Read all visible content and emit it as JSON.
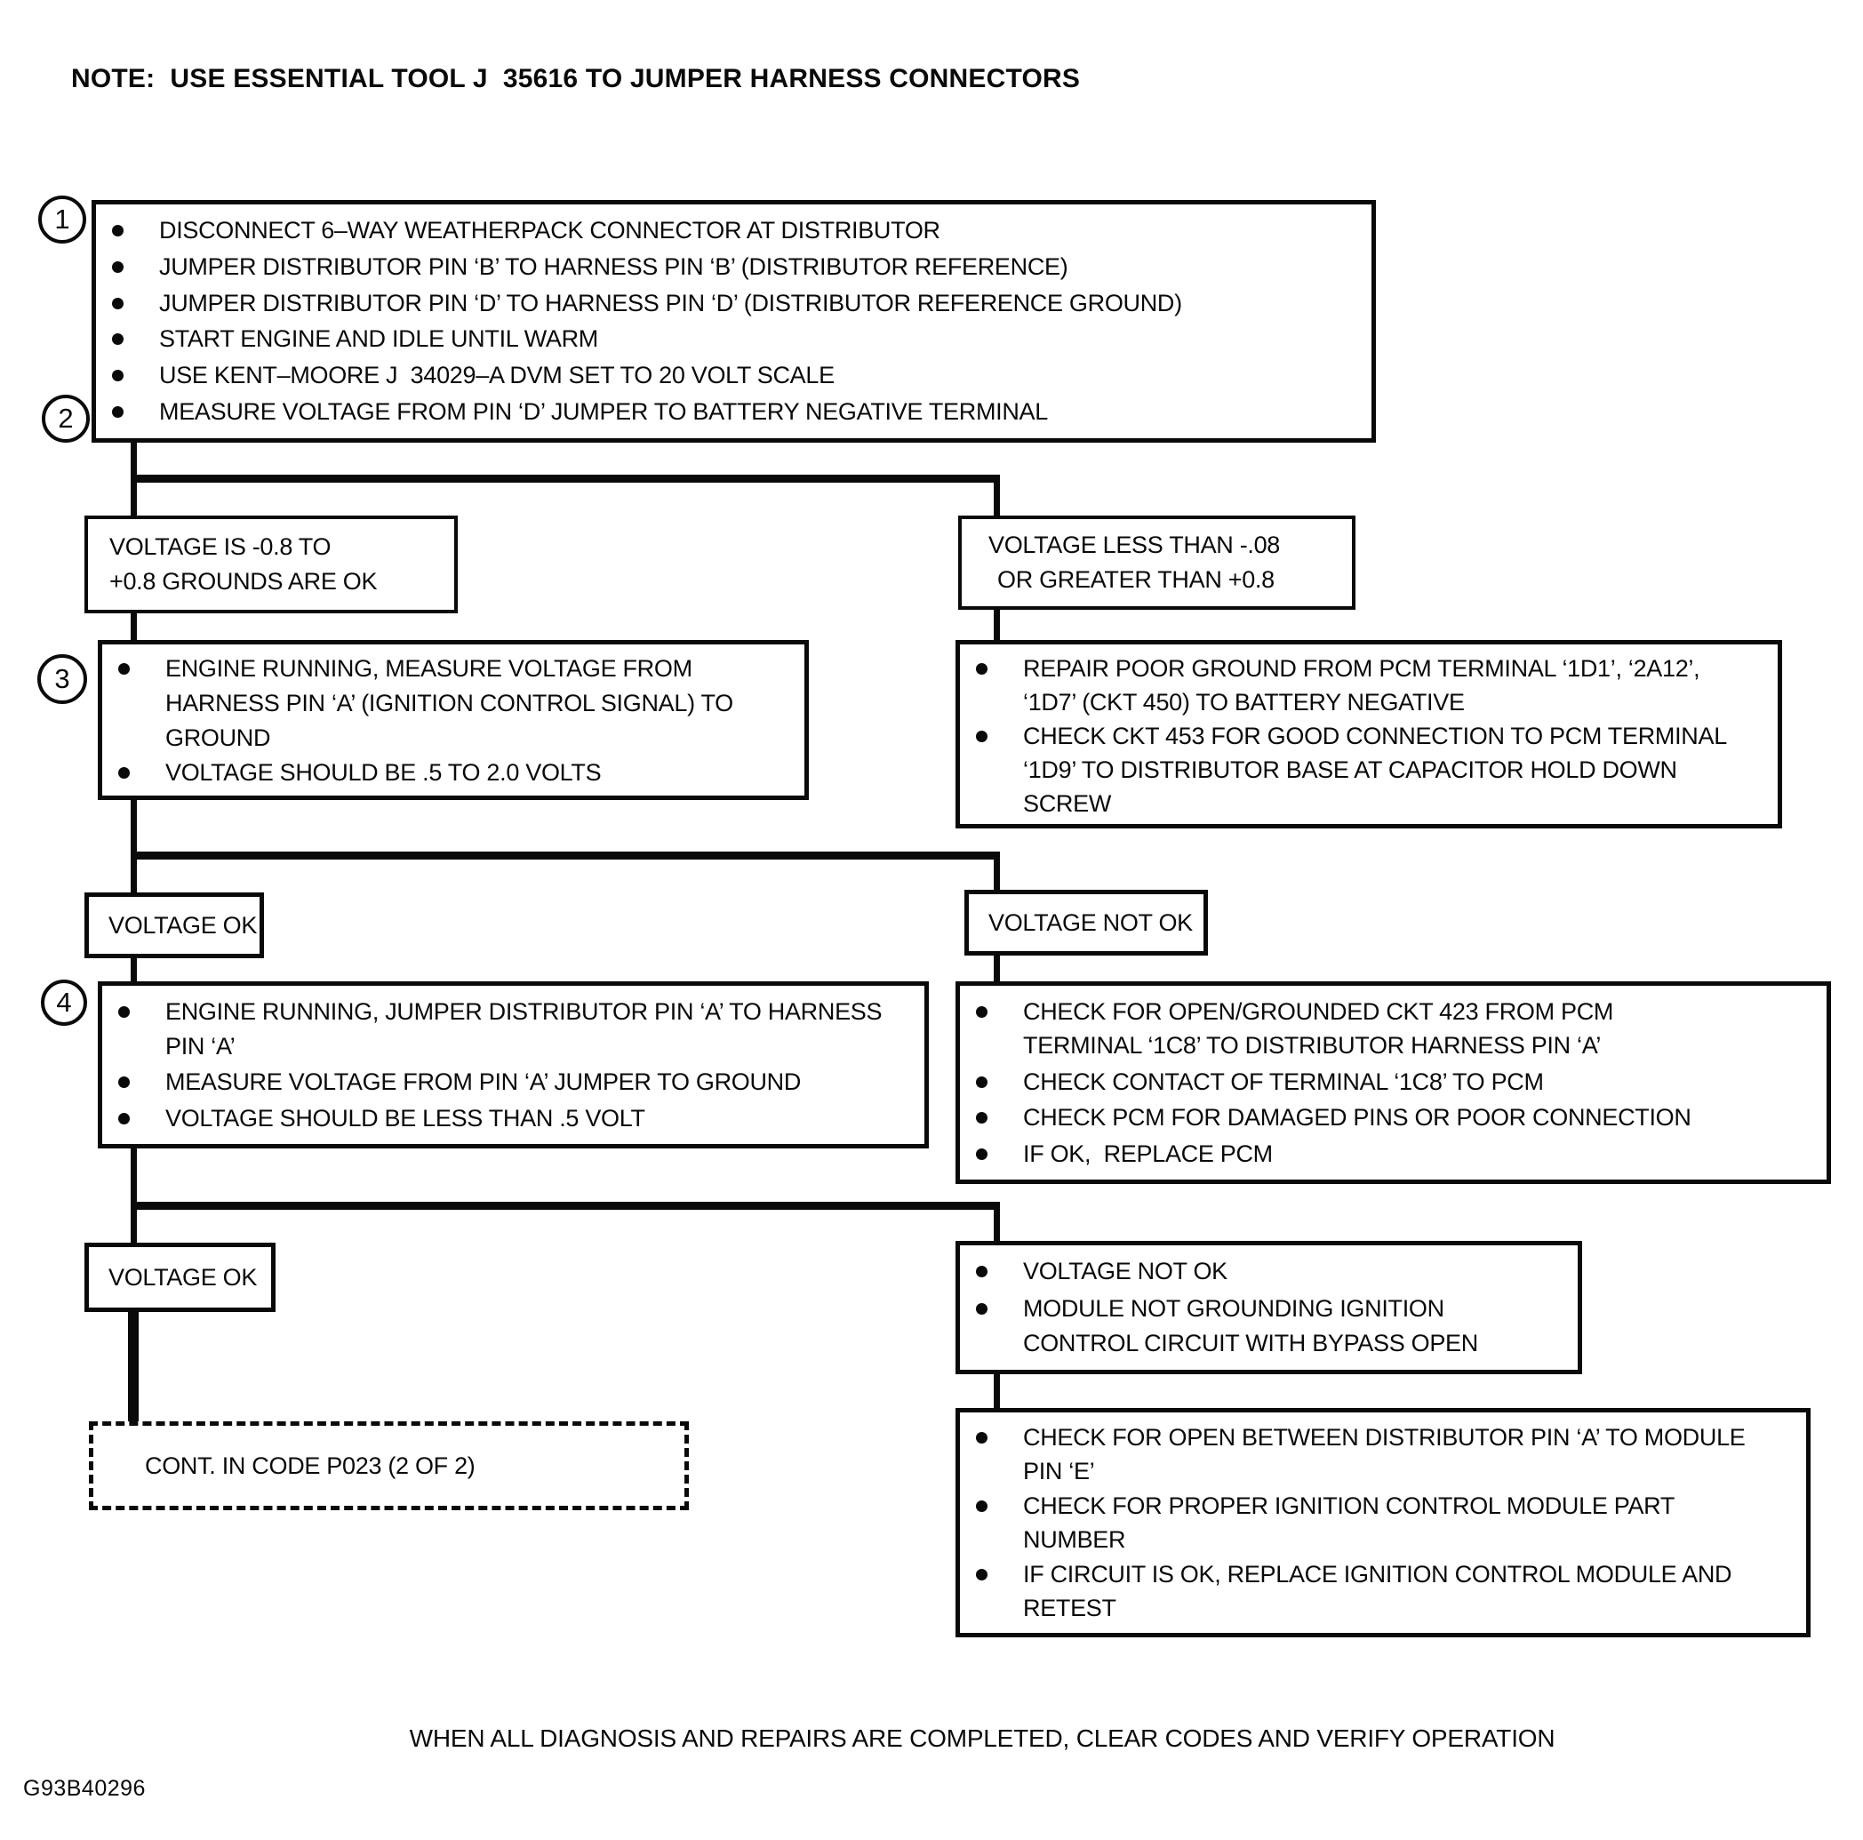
{
  "note": "NOTE:  USE ESSENTIAL TOOL J  35616 TO JUMPER HARNESS CONNECTORS",
  "steps": {
    "s1": "1",
    "s2": "2",
    "s3": "3",
    "s4": "4"
  },
  "flow": {
    "procedure": {
      "items": [
        "DISCONNECT 6–WAY WEATHERPACK CONNECTOR AT DISTRIBUTOR",
        "JUMPER DISTRIBUTOR PIN ‘B’ TO HARNESS PIN ‘B’ (DISTRIBUTOR REFERENCE)",
        "JUMPER DISTRIBUTOR PIN ‘D’ TO HARNESS PIN ‘D’ (DISTRIBUTOR REFERENCE GROUND)",
        "START ENGINE AND IDLE UNTIL WARM",
        "USE KENT–MOORE J  34029–A DVM SET TO 20 VOLT SCALE",
        "MEASURE VOLTAGE FROM PIN ‘D’ JUMPER TO BATTERY NEGATIVE TERMINAL"
      ]
    },
    "grounds_ok": {
      "line1": "VOLTAGE IS -0.8 TO",
      "line2": "+0.8 GROUNDS ARE OK"
    },
    "grounds_bad": {
      "line1": "VOLTAGE LESS THAN -.08",
      "line2": "OR GREATER THAN +0.8"
    },
    "measure_ic_signal": {
      "items": [
        "ENGINE RUNNING, MEASURE VOLTAGE FROM HARNESS PIN ‘A’ (IGNITION CONTROL SIGNAL) TO GROUND",
        "VOLTAGE SHOULD BE .5 TO 2.0 VOLTS"
      ]
    },
    "repair_ground": {
      "items": [
        "REPAIR POOR GROUND FROM PCM TERMINAL ‘1D1’, ‘2A12’, ‘1D7’ (CKT 450) TO BATTERY NEGATIVE",
        "CHECK CKT 453 FOR GOOD CONNECTION TO PCM TERMINAL ‘1D9’ TO DISTRIBUTOR BASE AT CAPACITOR HOLD DOWN SCREW"
      ]
    },
    "voltage_ok_1": "VOLTAGE OK",
    "voltage_not_ok_1": "VOLTAGE NOT OK",
    "jumper_pin_a": {
      "items": [
        "ENGINE RUNNING, JUMPER DISTRIBUTOR PIN ‘A’ TO HARNESS PIN ‘A’",
        "MEASURE VOLTAGE FROM PIN ‘A’ JUMPER TO GROUND",
        "VOLTAGE SHOULD BE LESS THAN .5 VOLT"
      ]
    },
    "check_ckt_423": {
      "items": [
        "CHECK FOR OPEN/GROUNDED CKT 423 FROM PCM TERMINAL ‘1C8’ TO DISTRIBUTOR HARNESS PIN ‘A’",
        "CHECK CONTACT OF TERMINAL ‘1C8’ TO PCM",
        "CHECK PCM FOR DAMAGED PINS OR POOR CONNECTION",
        "IF OK,  REPLACE PCM"
      ]
    },
    "voltage_ok_2": "VOLTAGE OK",
    "module_not_grounding": {
      "items": [
        "VOLTAGE NOT OK",
        "MODULE NOT GROUNDING IGNITION CONTROL CIRCUIT WITH BYPASS OPEN"
      ]
    },
    "continuation": "CONT. IN CODE P023 (2 OF 2)",
    "check_module": {
      "items": [
        "CHECK FOR OPEN BETWEEN DISTRIBUTOR PIN ‘A’ TO MODULE PIN ‘E’",
        "CHECK FOR PROPER IGNITION CONTROL MODULE PART NUMBER",
        "IF CIRCUIT IS OK, REPLACE IGNITION CONTROL MODULE AND RETEST"
      ]
    }
  },
  "footer": "WHEN ALL DIAGNOSIS AND REPAIRS ARE COMPLETED, CLEAR CODES AND VERIFY OPERATION",
  "figure_code": "G93B40296",
  "colors": {
    "ink": "#0a0a0a",
    "paper": "#ffffff"
  }
}
